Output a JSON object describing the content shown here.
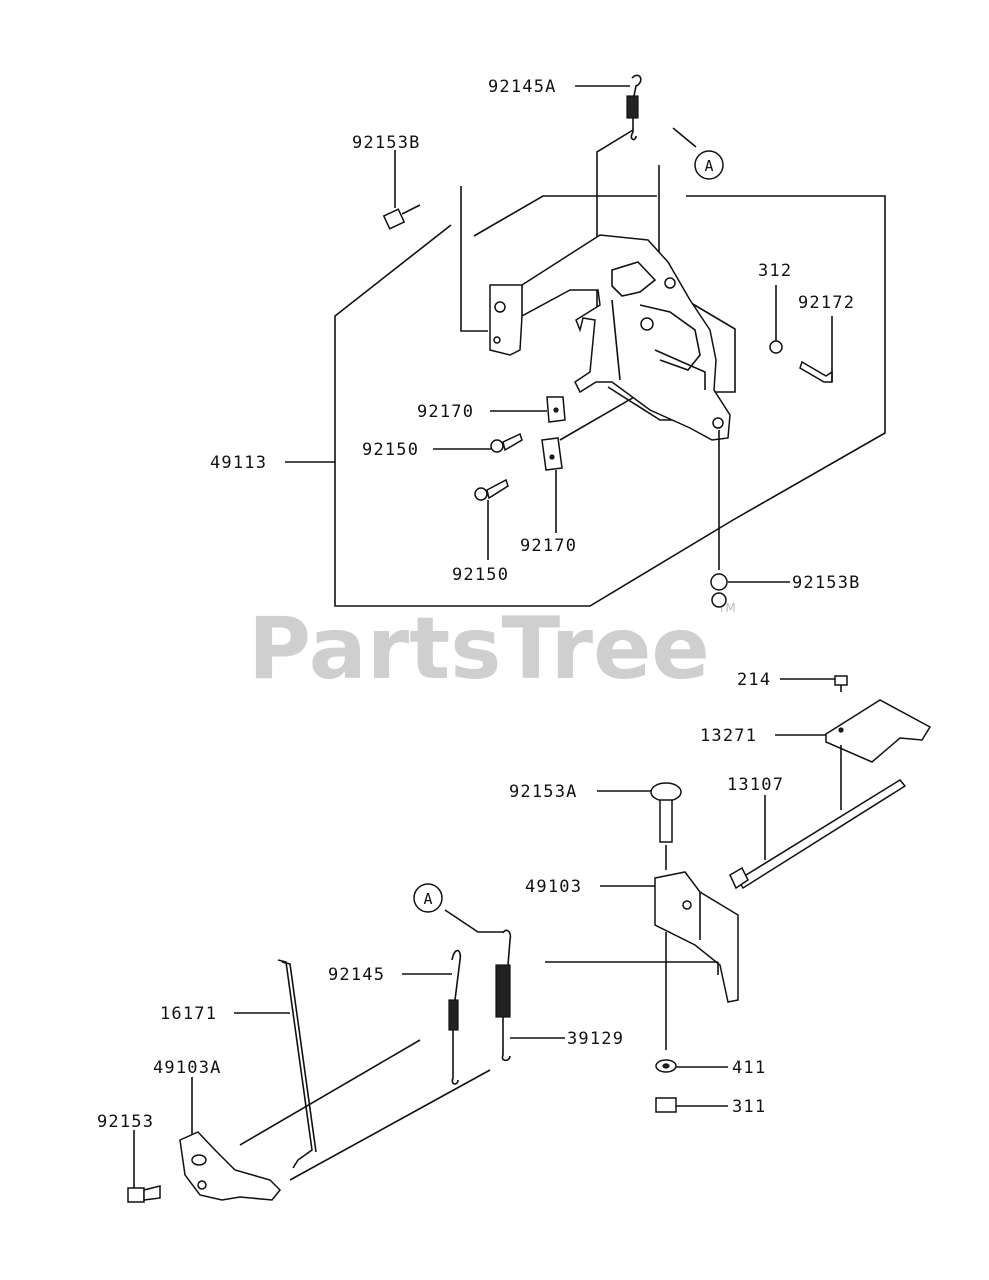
{
  "watermark": {
    "text": "PartsTree",
    "trademark": "TM"
  },
  "callouts": [
    {
      "id": "callout-a-top",
      "letter": "A"
    },
    {
      "id": "callout-a-bottom",
      "letter": "A"
    }
  ],
  "parts": [
    {
      "id": "p-92145A",
      "number": "92145A"
    },
    {
      "id": "p-92153B-top",
      "number": "92153B"
    },
    {
      "id": "p-312",
      "number": "312"
    },
    {
      "id": "p-92172",
      "number": "92172"
    },
    {
      "id": "p-92170-a",
      "number": "92170"
    },
    {
      "id": "p-92150-a",
      "number": "92150"
    },
    {
      "id": "p-49113",
      "number": "49113"
    },
    {
      "id": "p-92170-b",
      "number": "92170"
    },
    {
      "id": "p-92150-b",
      "number": "92150"
    },
    {
      "id": "p-92153B-bottom",
      "number": "92153B"
    },
    {
      "id": "p-214",
      "number": "214"
    },
    {
      "id": "p-13271",
      "number": "13271"
    },
    {
      "id": "p-92153A",
      "number": "92153A"
    },
    {
      "id": "p-13107",
      "number": "13107"
    },
    {
      "id": "p-49103",
      "number": "49103"
    },
    {
      "id": "p-92145",
      "number": "92145"
    },
    {
      "id": "p-16171",
      "number": "16171"
    },
    {
      "id": "p-39129",
      "number": "39129"
    },
    {
      "id": "p-49103A",
      "number": "49103A"
    },
    {
      "id": "p-411",
      "number": "411"
    },
    {
      "id": "p-92153",
      "number": "92153"
    },
    {
      "id": "p-311",
      "number": "311"
    }
  ]
}
